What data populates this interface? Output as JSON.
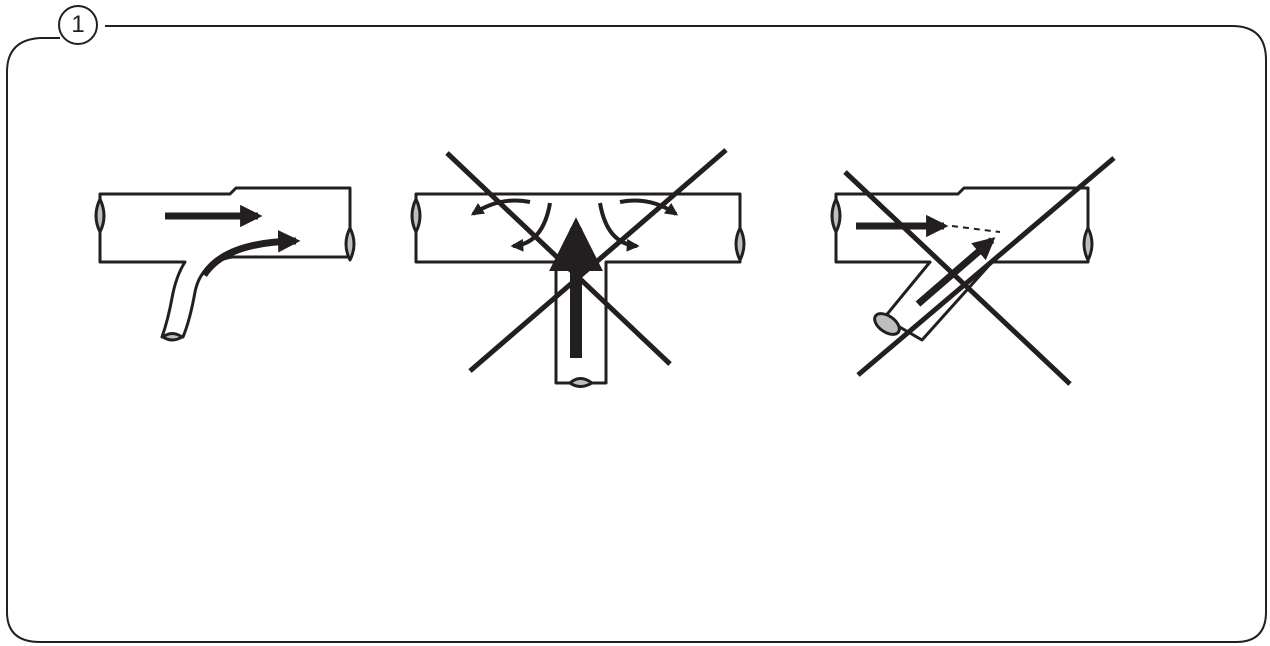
{
  "step": {
    "number": "1"
  },
  "colors": {
    "stroke": "#231f20",
    "pipe_fill": "#ffffff",
    "end_cap_fill": "#bcbec0",
    "background": "#ffffff"
  },
  "figures": [
    {
      "name": "branch-angled-correct",
      "verdict": "correct",
      "icon": "flow-arrows-icon"
    },
    {
      "name": "branch-perpendicular-wrong",
      "verdict": "incorrect",
      "icon": "cross-out-icon"
    },
    {
      "name": "branch-reverse-angle-wrong",
      "verdict": "incorrect",
      "icon": "cross-out-icon"
    }
  ]
}
